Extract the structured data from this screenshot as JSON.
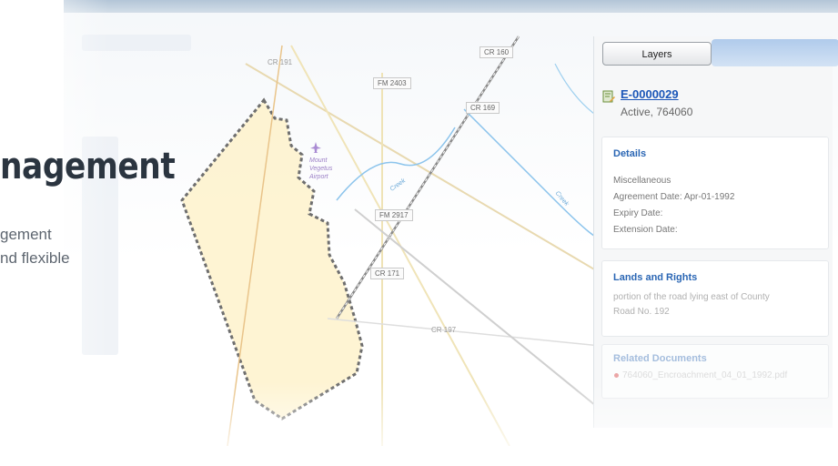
{
  "marketing": {
    "headline": "nagement",
    "subline_1": "gement",
    "subline_2": "nd flexible"
  },
  "map": {
    "road_labels": [
      "CR 191",
      "FM 2403",
      "CR 160",
      "CR 169",
      "FM 2917",
      "CR 171",
      "CR 197"
    ],
    "airport_label": [
      "Mount",
      "Vegetus",
      "Airport"
    ],
    "creek_labels": [
      "Creek",
      "Creek"
    ]
  },
  "panel": {
    "layers_tab_label": "Layers",
    "record": {
      "id": "E-0000029",
      "status": "Active, 764060"
    },
    "details": {
      "title": "Details",
      "type": "Miscellaneous",
      "agreement_date": "Agreement Date: Apr-01-1992",
      "expiry_date": "Expiry Date:",
      "extension_date": "Extension Date:"
    },
    "lands": {
      "title": "Lands and Rights",
      "line_1": "portion of the road lying east of County",
      "line_2": "Road No. 192"
    },
    "related": {
      "title": "Related Documents",
      "doc_1": "764060_Encroachment_04_01_1992.pdf"
    }
  },
  "colors": {
    "link_blue": "#1a56b8",
    "section_blue": "#2a66b4",
    "parcel_fill": "#fdf0c4",
    "boundary": "#777777"
  },
  "icons": {
    "record": "document-edit-icon",
    "airport": "airplane-icon",
    "doc_bullet": "pdf-bullet-icon"
  }
}
